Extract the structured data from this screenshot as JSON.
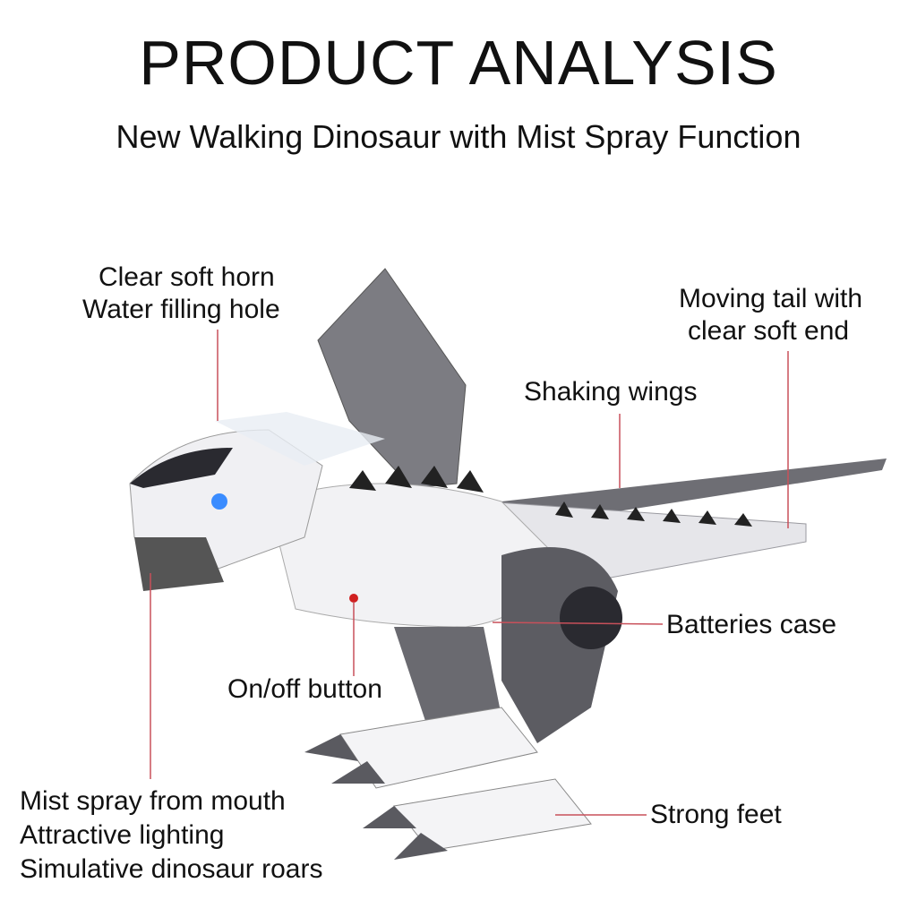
{
  "header": {
    "title": "PRODUCT ANALYSIS",
    "subtitle": "New Walking Dinosaur with Mist Spray Function"
  },
  "callouts": {
    "horn": [
      "Clear soft horn",
      "Water filling hole"
    ],
    "tail": [
      "Moving tail with",
      "clear soft end"
    ],
    "wings": "Shaking wings",
    "batteries": "Batteries case",
    "button": "On/off button",
    "mouth": [
      "Mist spray from mouth",
      "Attractive lighting",
      "Simulative dinosaur roars"
    ],
    "feet": "Strong feet"
  },
  "colors": {
    "leader": "#c8505a",
    "body": "#f2f2f4",
    "grey": "#7a7a80",
    "dark": "#2a2a30",
    "eye": "#3a8cff"
  }
}
